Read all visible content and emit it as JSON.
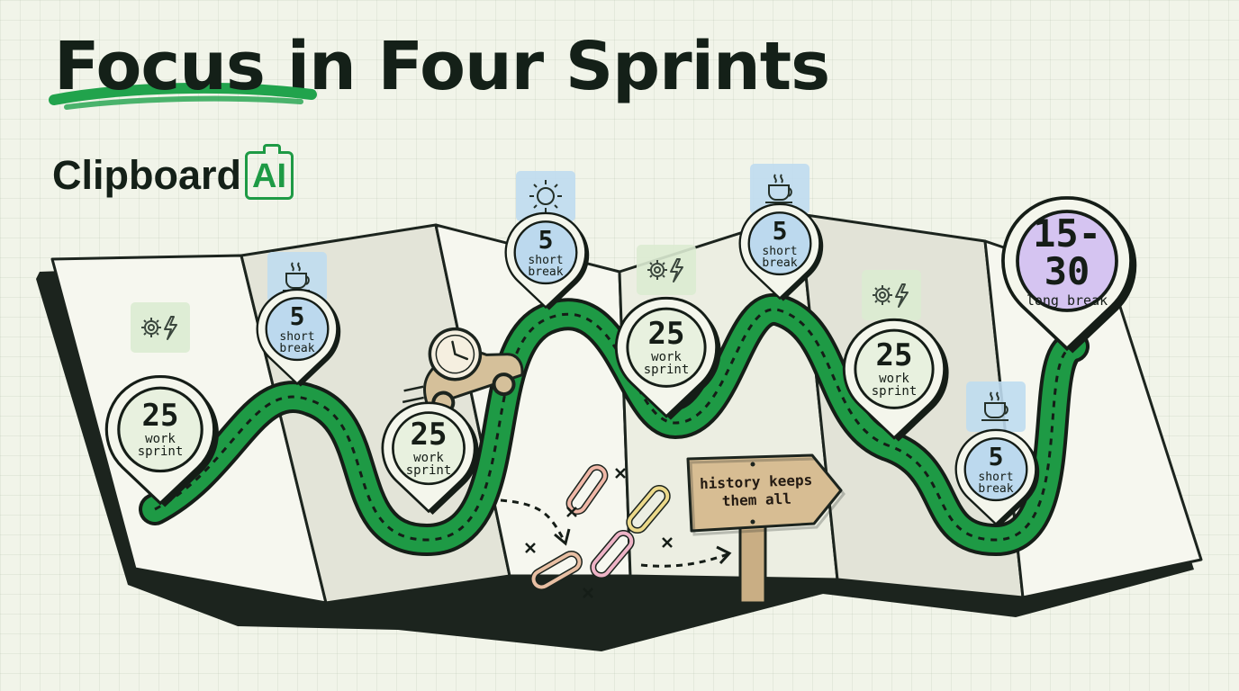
{
  "title": {
    "highlight": "Focus",
    "rest": " in Four Sprints"
  },
  "logo": {
    "wordmark": "Clipboard",
    "badge": "AI"
  },
  "pins": [
    {
      "value": "25",
      "caption": "work sprint",
      "kind": "work",
      "icon": "gear-lightning-icon"
    },
    {
      "value": "5",
      "caption": "short break",
      "kind": "short",
      "icon": "coffee-cup-icon"
    },
    {
      "value": "25",
      "caption": "work sprint",
      "kind": "work",
      "icon": "none"
    },
    {
      "value": "5",
      "caption": "short break",
      "kind": "short",
      "icon": "sun-icon"
    },
    {
      "value": "25",
      "caption": "work sprint",
      "kind": "work",
      "icon": "gear-lightning-icon"
    },
    {
      "value": "5",
      "caption": "short break",
      "kind": "short",
      "icon": "coffee-cup-icon"
    },
    {
      "value": "25",
      "caption": "work sprint",
      "kind": "work",
      "icon": "gear-lightning-icon"
    },
    {
      "value": "5",
      "caption": "short break",
      "kind": "short",
      "icon": "coffee-cup-icon"
    },
    {
      "value": "15-30",
      "caption": "long break",
      "kind": "long",
      "icon": "palm-tree-book-icon"
    }
  ],
  "signpost": {
    "text_line1": "history keeps",
    "text_line2": "them all"
  },
  "colors": {
    "road": "#1e9a45",
    "work_pin": "#e8f1df",
    "short_pin": "#bcd9ee",
    "long_pin": "#d5c4f1",
    "background": "#f1f4e9"
  }
}
